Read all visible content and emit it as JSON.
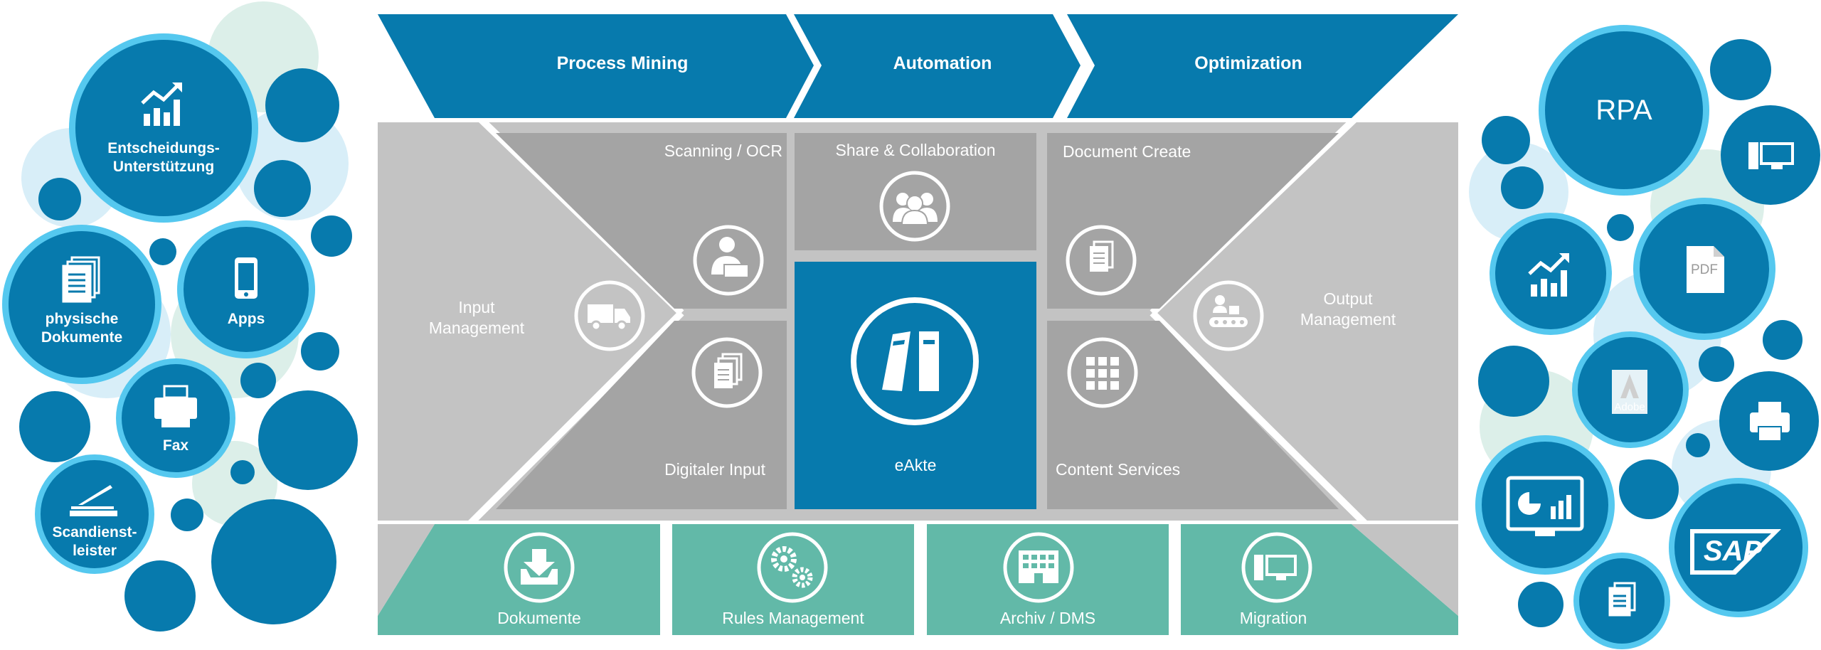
{
  "colors": {
    "accent_blue": "#077aad",
    "light_blue_ring": "#55c8ef",
    "teal": "#62b9a8",
    "gray_light": "#c3c3c3",
    "gray_mid": "#a4a4a4",
    "bubble_pale_blue": "#d8eef8",
    "bubble_pale_teal": "#dcefe9"
  },
  "header": {
    "process_mining": "Process Mining",
    "automation": "Automation",
    "optimization": "Optimization"
  },
  "center": {
    "scanning_ocr": "Scanning / OCR",
    "share_collaboration": "Share & Collaboration",
    "document_create": "Document Create",
    "input_management": "Input\nManagement",
    "output_management": "Output\nManagement",
    "digitaler_input": "Digitaler Input",
    "eakte": "eAkte",
    "content_services": "Content Services"
  },
  "bottom": {
    "dokumente": "Dokumente",
    "rules_management": "Rules Management",
    "archiv_dms": "Archiv / DMS",
    "migration": "Migration"
  },
  "left_bubbles": {
    "entscheidung": "Entscheidungs-\nUnterstützung",
    "physische": "physische\nDokumente",
    "apps": "Apps",
    "fax": "Fax",
    "scandienst": "Scandienst-\nleister"
  },
  "right_bubbles": {
    "rpa": "RPA",
    "pdf": "PDF",
    "adobe": "Adobe",
    "sap": "SAP"
  },
  "icons": [
    "truck-icon",
    "person-computer-icon",
    "group-icon",
    "document-icon",
    "conveyor-icon",
    "documents-icon",
    "binders-icon",
    "apps-grid-icon",
    "download-tray-icon",
    "gears-icon",
    "building-icon",
    "computer-icon",
    "chart-icon",
    "phone-icon",
    "fax-icon",
    "scanner-icon",
    "pdf-icon",
    "adobe-icon",
    "printer-icon",
    "dashboard-icon",
    "sap-logo-icon"
  ]
}
